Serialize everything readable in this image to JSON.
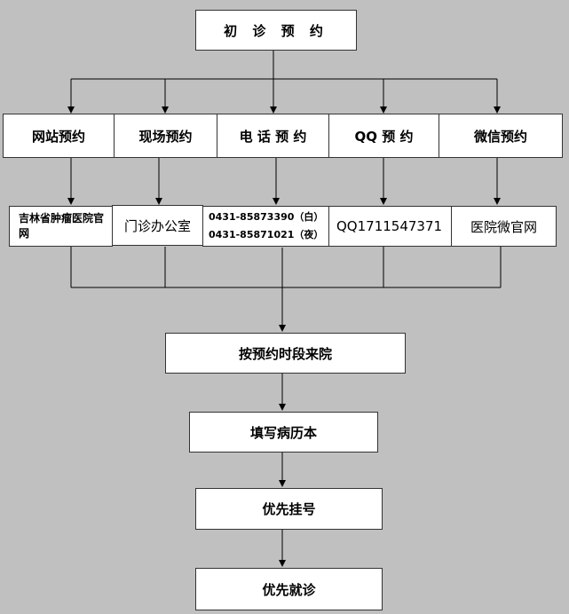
{
  "title": "初 诊 预 约",
  "methods": [
    "网站预约",
    "现场预约",
    "电 话 预 约",
    "QQ 预 约",
    "微信预约"
  ],
  "details": {
    "website": "吉林省肿瘤医院官网",
    "onsite": "门诊办公室",
    "phone_day": "0431-85873390（白）",
    "phone_night": "0431-85871021（夜）",
    "qq": "QQ1711547371",
    "wechat": "医院微官网"
  },
  "steps": [
    "按预约时段来院",
    "填写病历本",
    "优先挂号",
    "优先就诊"
  ]
}
